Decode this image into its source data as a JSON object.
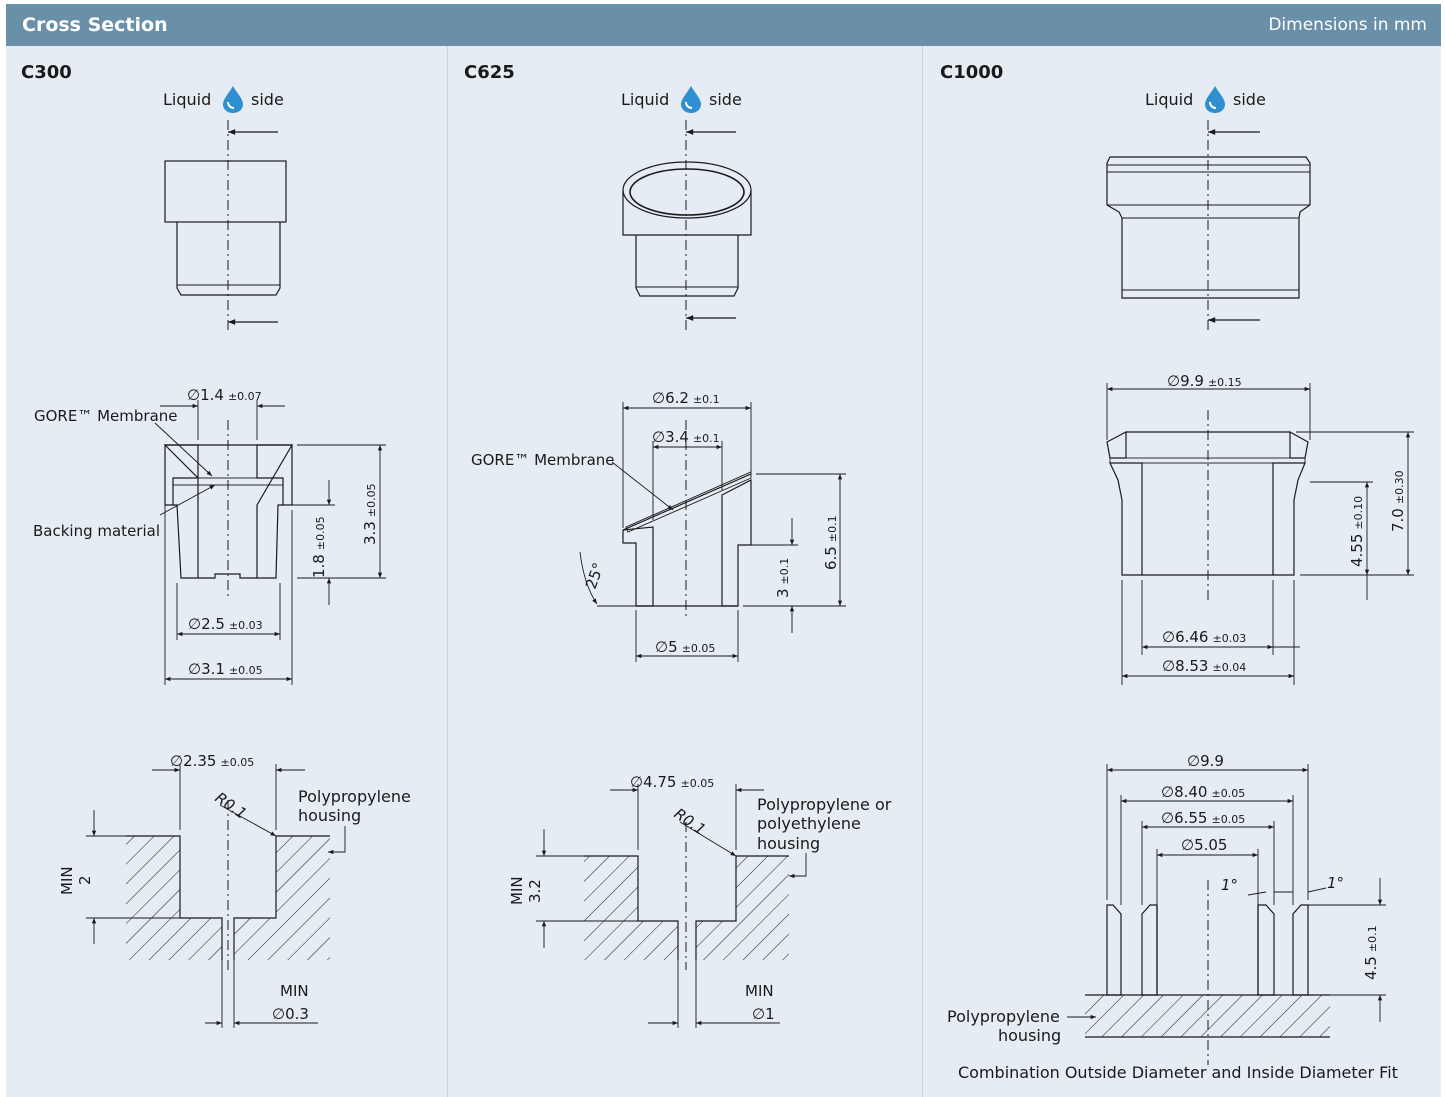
{
  "header": {
    "title": "Cross Section",
    "units": "Dimensions in mm"
  },
  "liquid": {
    "word1": "Liquid",
    "word2": "side"
  },
  "c300": {
    "title": "C300",
    "membrane": "GORE™ Membrane",
    "backing": "Backing material",
    "d1": "1.4",
    "d1_tol": "±0.07",
    "h1": "3.3",
    "h1_tol": "±0.05",
    "h2": "1.8",
    "h2_tol": "±0.05",
    "d2": "2.5",
    "d2_tol": "±0.03",
    "d3": "3.1",
    "d3_tol": "±0.05",
    "hd": "2.35",
    "hd_tol": "±0.05",
    "radius": "R0.1",
    "housing1": "Polypropylene",
    "housing2": "housing",
    "min_label": "MIN",
    "min_depth": "2",
    "min_hole_label": "MIN",
    "min_hole": "0.3"
  },
  "c625": {
    "title": "C625",
    "membrane": "GORE™ Membrane",
    "d1": "6.2",
    "d1_tol": "±0.1",
    "d2": "3.4",
    "d2_tol": "±0.1",
    "h1": "6.5",
    "h1_tol": "±0.1",
    "h2": "3",
    "h2_tol": "±0.1",
    "angle": "25°",
    "d3": "5",
    "d3_tol": "±0.05",
    "hd": "4.75",
    "hd_tol": "±0.05",
    "radius": "R0.1",
    "housing1": "Polypropylene or",
    "housing2": "polyethylene",
    "housing3": "housing",
    "min_label": "MIN",
    "min_depth": "3.2",
    "min_hole_label": "MIN",
    "min_hole": "1"
  },
  "c1000": {
    "title": "C1000",
    "d1": "9.9",
    "d1_tol": "±0.15",
    "h1": "7.0",
    "h1_tol": "±0.30",
    "h2": "4.55",
    "h2_tol": "±0.10",
    "d2": "6.46",
    "d2_tol": "±0.03",
    "d3": "8.53",
    "d3_tol": "±0.04",
    "f1": "9.9",
    "f2": "8.40",
    "f2_tol": "±0.05",
    "f3": "6.55",
    "f3_tol": "±0.05",
    "f4": "5.05",
    "angle1": "1°",
    "angle2": "1°",
    "h3": "4.5",
    "h3_tol": "±0.1",
    "housing1": "Polypropylene",
    "housing2": "housing",
    "caption": "Combination Outside Diameter and Inside Diameter Fit"
  },
  "colors": {
    "header": "#6a8fa8",
    "panel": "#e6ecf3",
    "drop": "#2f8fd0"
  }
}
